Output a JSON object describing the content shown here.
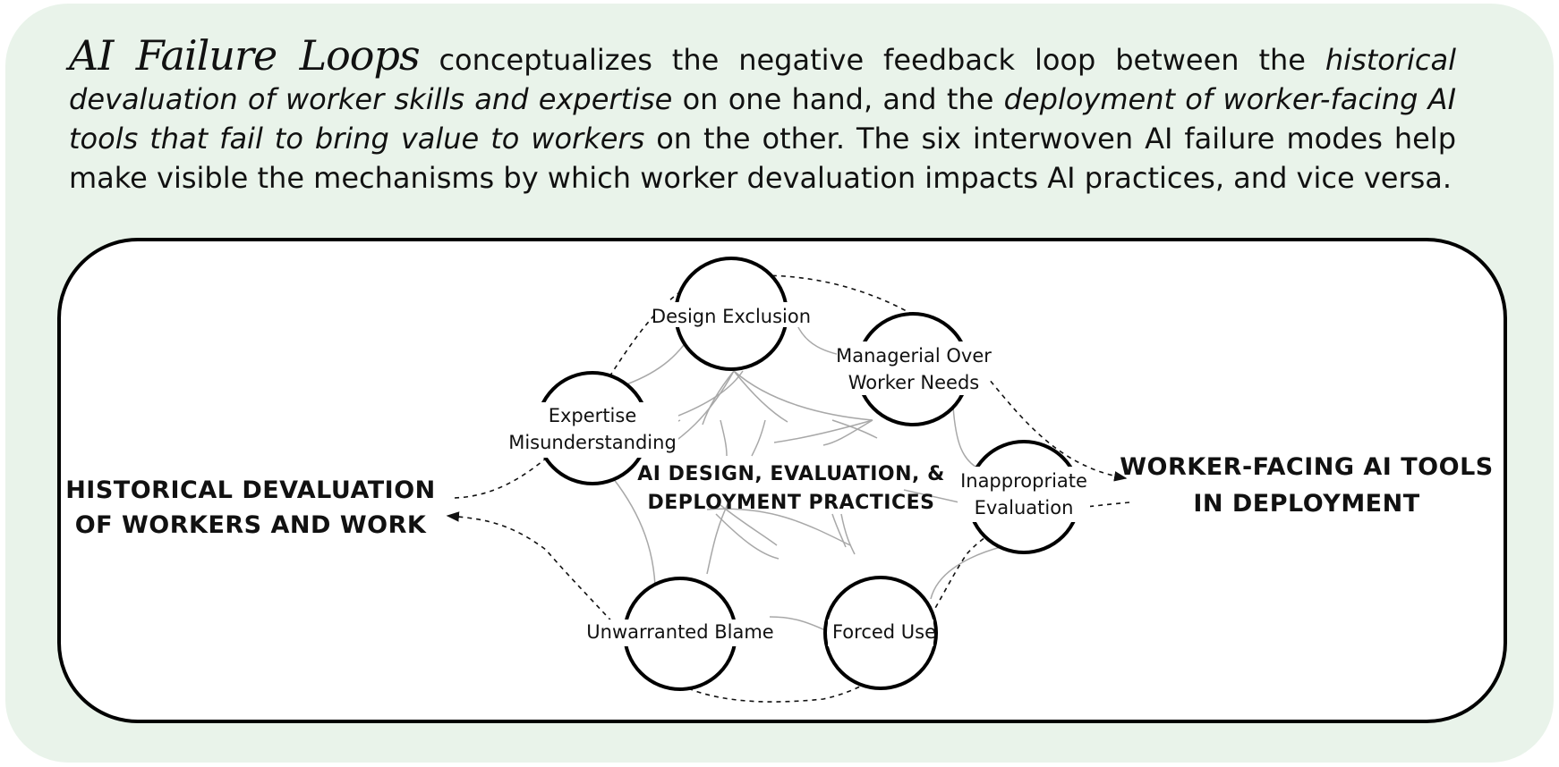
{
  "intro": {
    "brand": "AI Failure Loops",
    "text_1": " conceptualizes the negative feedback loop between the ",
    "emph_1": "historical devaluation of worker skills and expertise",
    "text_2": " on one hand, and the ",
    "emph_2": "deployment of worker-facing AI tools that fail to bring value to workers",
    "text_3": " on the other. The six interwoven AI failure modes help make visible the mechanisms by which worker devaluation impacts AI practices, and vice versa."
  },
  "diagram": {
    "left_label": [
      "HISTORICAL DEVALUATION",
      "OF WORKERS AND WORK"
    ],
    "right_label": [
      "WORKER-FACING AI TOOLS",
      "IN DEPLOYMENT"
    ],
    "center_label": [
      "AI DESIGN, EVALUATION, &",
      "DEPLOYMENT PRACTICES"
    ],
    "nodes": {
      "design_exclusion": [
        "Design Exclusion"
      ],
      "managerial": [
        "Managerial Over",
        "Worker Needs"
      ],
      "expertise": [
        "Expertise",
        "Misunderstanding"
      ],
      "inappropriate": [
        "Inappropriate",
        "Evaluation"
      ],
      "blame": [
        "Unwarranted Blame"
      ],
      "forced": [
        "Forced Use"
      ]
    }
  }
}
